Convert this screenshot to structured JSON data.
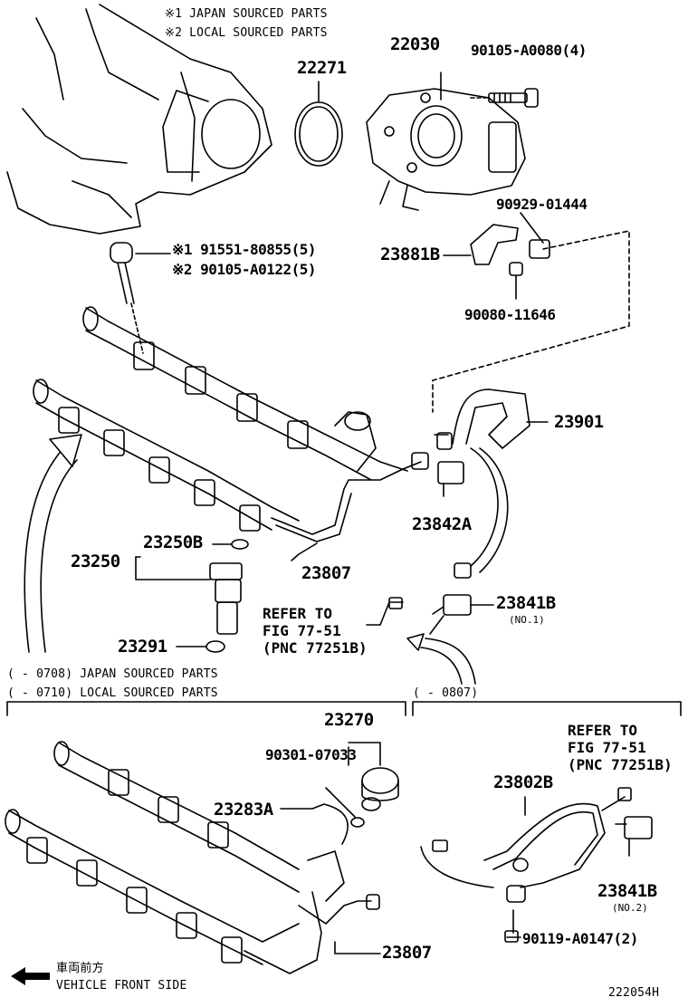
{
  "notes": {
    "japan_legend": "※1 JAPAN SOURCED PARTS",
    "local_legend": "※2 LOCAL SOURCED PARTS",
    "range_japan": "(     - 0708) JAPAN SOURCED PARTS",
    "range_local": "(     - 0710) LOCAL SOURCED PARTS",
    "range_right": "(     - 0807)"
  },
  "parts": {
    "p22271": "22271",
    "p22030": "22030",
    "p90105_a0080": "90105-A0080(4)",
    "p91551": "※1  91551-80855(5)",
    "p90105_a0122": "※2  90105-A0122(5)",
    "p90929": "90929-01444",
    "p23881b": "23881B",
    "p90080": "90080-11646",
    "p23901": "23901",
    "p23842a": "23842A",
    "p23250b": "23250B",
    "p23250": "23250",
    "p23807_top": "23807",
    "p23841b_1": "23841B",
    "p23841b_1_sub": "(NO.1)",
    "p23291": "23291",
    "p23270": "23270",
    "p90301": "90301-07033",
    "p23283a": "23283A",
    "p23802b": "23802B",
    "p23841b_2": "23841B",
    "p23841b_2_sub": "(NO.2)",
    "p90119": "90119-A0147(2)",
    "p23807_bottom": "23807"
  },
  "refs": {
    "ref_mid": "REFER TO\nFIG 77-51\n(PNC 77251B)",
    "ref_right": "REFER TO\nFIG 77-51\n(PNC 77251B)"
  },
  "footer": {
    "front_jp": "車両前方",
    "front_en": "VEHICLE FRONT SIDE",
    "diagram_id": "222054H"
  }
}
